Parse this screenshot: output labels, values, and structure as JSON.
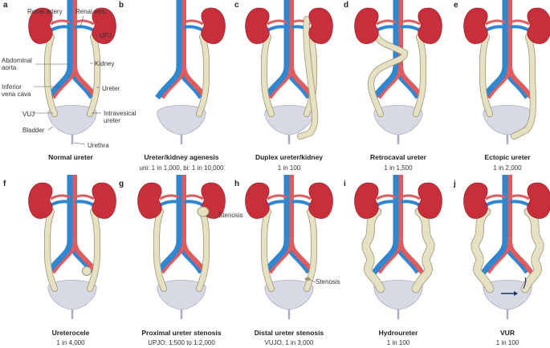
{
  "colors": {
    "kidney": "#c92f3a",
    "kidney_dark": "#a5232d",
    "vena_cava": "#2f86d1",
    "aorta": "#e05b5e",
    "ureter": "#e6e1c3",
    "ureter_outline": "#9c9676",
    "bladder": "#d7dae5",
    "bladder_outline": "#a8acbe",
    "leader": "#555555",
    "arrow": "#23325f"
  },
  "panels": [
    {
      "label": "a",
      "title": "Normal ureter",
      "subtitle": "",
      "variant": "normal"
    },
    {
      "label": "b",
      "title": "Ureter/kidney agenesis",
      "subtitle": "uni: 1 in 1,000, bi: 1 in 10,000",
      "variant": "agenesis"
    },
    {
      "label": "c",
      "title": "Duplex ureter/kidney",
      "subtitle": "1 in 100",
      "variant": "duplex"
    },
    {
      "label": "d",
      "title": "Retrocaval ureter",
      "subtitle": "1 in 1,500",
      "variant": "retrocaval"
    },
    {
      "label": "e",
      "title": "Ectopic ureter",
      "subtitle": "1 in 2,000",
      "variant": "ectopic"
    },
    {
      "label": "f",
      "title": "Ureterocele",
      "subtitle": "1 in 4,000",
      "variant": "ureterocele"
    },
    {
      "label": "g",
      "title": "Proximal ureter stenosis",
      "subtitle": "UPJO: 1:500 to 1:2,000",
      "variant": "proximal"
    },
    {
      "label": "h",
      "title": "Distal ureter stenosis",
      "subtitle": "VUJO, 1 in 3,000",
      "variant": "distal"
    },
    {
      "label": "i",
      "title": "Hydroureter",
      "subtitle": "1 in 100",
      "variant": "hydro"
    },
    {
      "label": "j",
      "title": "VUR",
      "subtitle": "1 in 100",
      "variant": "vur"
    }
  ],
  "anatomy_labels": {
    "renal_artery": "Renal artery",
    "renal_vein": "Renal vein",
    "upj": "UPJ",
    "abdominal_aorta": "Abdominal aorta",
    "kidney": "Kidney",
    "inferior_vena_cava": "Inferior vena cava",
    "ureter": "Ureter",
    "vuj": "VUJ",
    "intravesical_ureter": "Intravesical ureter",
    "bladder": "Bladder",
    "urethra": "Urethra"
  },
  "stenosis_label": "Stenosis"
}
